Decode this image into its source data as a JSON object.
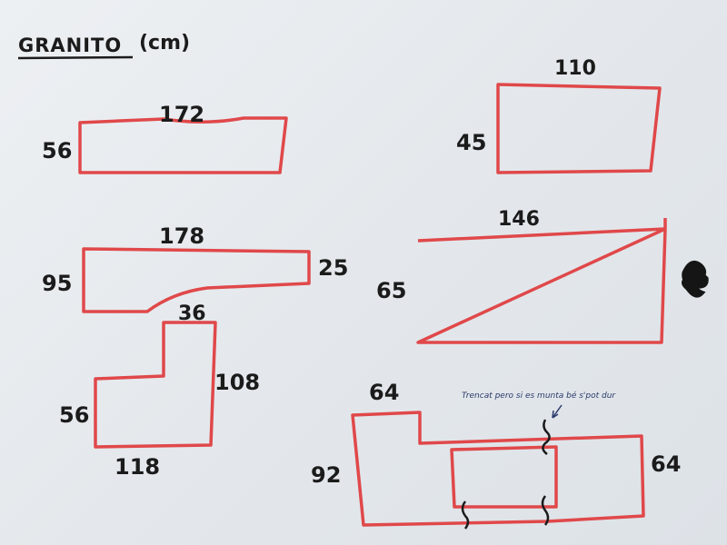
{
  "title": "GRANITO",
  "unit": "(cm)",
  "colors": {
    "outline": "#e0484a",
    "ink": "#1b1b1b",
    "note_ink": "#2a3a6a",
    "paper": "#e8ebee"
  },
  "pieces": {
    "p1": {
      "top": "172",
      "left": "56"
    },
    "p2": {
      "top": "178",
      "left": "95",
      "right": "25"
    },
    "p3": {
      "top": "36",
      "right": "108",
      "left": "56",
      "bottom": "118"
    },
    "p4": {
      "top": "110",
      "left": "45"
    },
    "p5": {
      "top": "146",
      "left": "65"
    },
    "p6": {
      "top": "64",
      "left": "92",
      "right": "64"
    }
  },
  "note": "Trencat pero si es munta bé s'pot dur"
}
